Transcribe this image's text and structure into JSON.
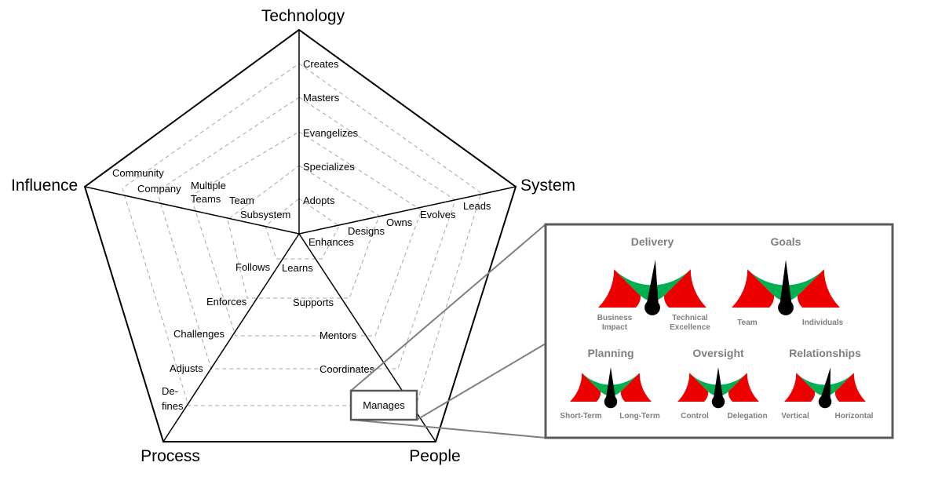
{
  "diagram": {
    "axes": {
      "technology": "Technology",
      "system": "System",
      "people": "People",
      "process": "Process",
      "influence": "Influence"
    },
    "technology_levels": [
      "Adopts",
      "Specializes",
      "Evangelizes",
      "Masters",
      "Creates"
    ],
    "system_levels": [
      "Enhances",
      "Designs",
      "Owns",
      "Evolves",
      "Leads"
    ],
    "people_levels": [
      "Learns",
      "Supports",
      "Mentors",
      "Coordinates",
      "Manages"
    ],
    "process_levels": [
      "Follows",
      "Enforces",
      "Challenges",
      "Adjusts",
      "De-",
      "fines"
    ],
    "influence_levels": [
      "Subsystem",
      "Team",
      "Multiple",
      "Teams",
      "Company",
      "Community"
    ]
  },
  "gauges": [
    {
      "title": "Delivery",
      "left": [
        "Business",
        "Impact"
      ],
      "right": [
        "Technical",
        "Excellence"
      ],
      "needle": 0.52
    },
    {
      "title": "Goals",
      "left": [
        "Team"
      ],
      "right": [
        "Individuals"
      ],
      "needle": 0.5
    },
    {
      "title": "Planning",
      "left": [
        "Short-Term"
      ],
      "right": [
        "Long-Term"
      ],
      "needle": 0.5
    },
    {
      "title": "Oversight",
      "left": [
        "Control"
      ],
      "right": [
        "Delegation"
      ],
      "needle": 0.5
    },
    {
      "title": "Relationships",
      "left": [
        "Vertical"
      ],
      "right": [
        "Horizontal"
      ],
      "needle": 0.55
    }
  ],
  "colors": {
    "red": "#ee0000",
    "green": "#00b050",
    "needle": "#000000",
    "frame": "#595959"
  }
}
